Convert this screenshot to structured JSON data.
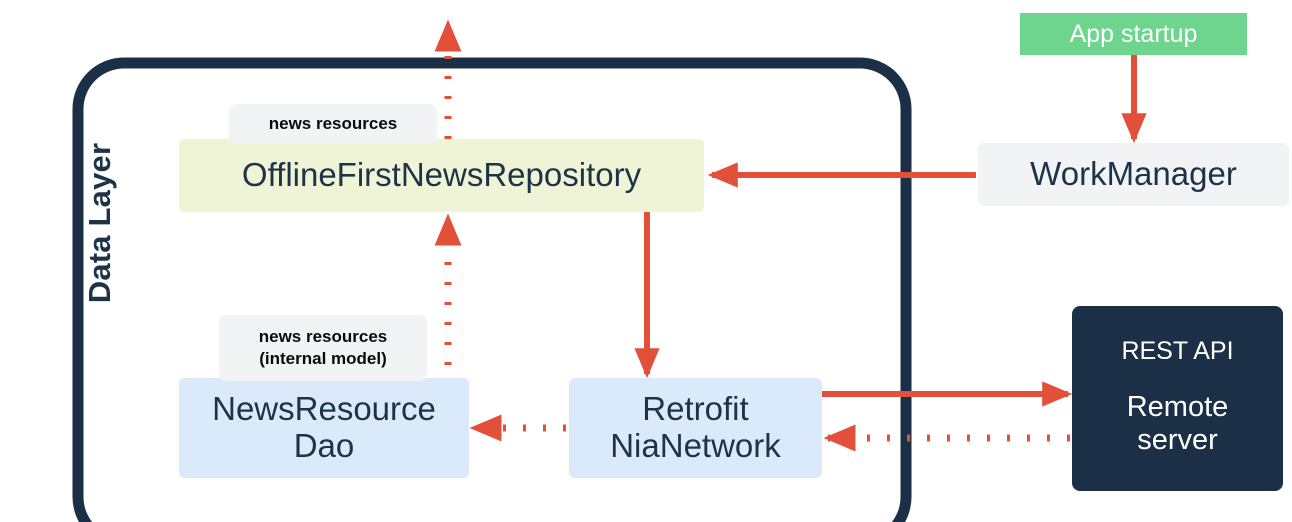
{
  "diagram": {
    "title": "Data Layer",
    "layer_label": "Data Layer",
    "colors": {
      "container_border": "#1b3047",
      "arrow": "#e2503a",
      "repository_fill": "#eff4d7",
      "dao_fill": "#daeafb",
      "network_fill": "#daeafb",
      "workmanager_fill": "#f2f3f5",
      "app_startup_fill": "#6ed58e",
      "remote_server_fill": "#1b3047",
      "tag_fill": "#f2f3f5",
      "text_dark": "#1d3448",
      "text_light": "#ffffff"
    }
  },
  "nodes": {
    "repository": {
      "label": "OfflineFirstNewsRepository"
    },
    "dao": {
      "line1": "NewsResource",
      "line2": "Dao"
    },
    "network": {
      "line1": "Retrofit",
      "line2": "NiaNetwork"
    },
    "work_manager": {
      "label": "WorkManager"
    },
    "app_startup": {
      "label": "App startup"
    },
    "remote_server": {
      "title": "REST API",
      "line1": "Remote",
      "line2": "server"
    }
  },
  "tags": {
    "repository_tag": {
      "line1": "news resources"
    },
    "dao_tag": {
      "line1": "news resources",
      "line2": "(internal model)"
    }
  },
  "edges": [
    {
      "name": "repository-to-outside",
      "style": "dotted",
      "direction": "up"
    },
    {
      "name": "dao-to-repository",
      "style": "dotted",
      "direction": "up"
    },
    {
      "name": "workmanager-to-repository",
      "style": "solid",
      "direction": "left"
    },
    {
      "name": "app-startup-to-workmanager",
      "style": "solid",
      "direction": "down"
    },
    {
      "name": "repository-to-network",
      "style": "solid",
      "direction": "down"
    },
    {
      "name": "network-to-dao",
      "style": "dotted",
      "direction": "left"
    },
    {
      "name": "network-to-remote-server",
      "style": "solid",
      "direction": "right"
    },
    {
      "name": "remote-server-to-network",
      "style": "dotted",
      "direction": "left"
    }
  ]
}
